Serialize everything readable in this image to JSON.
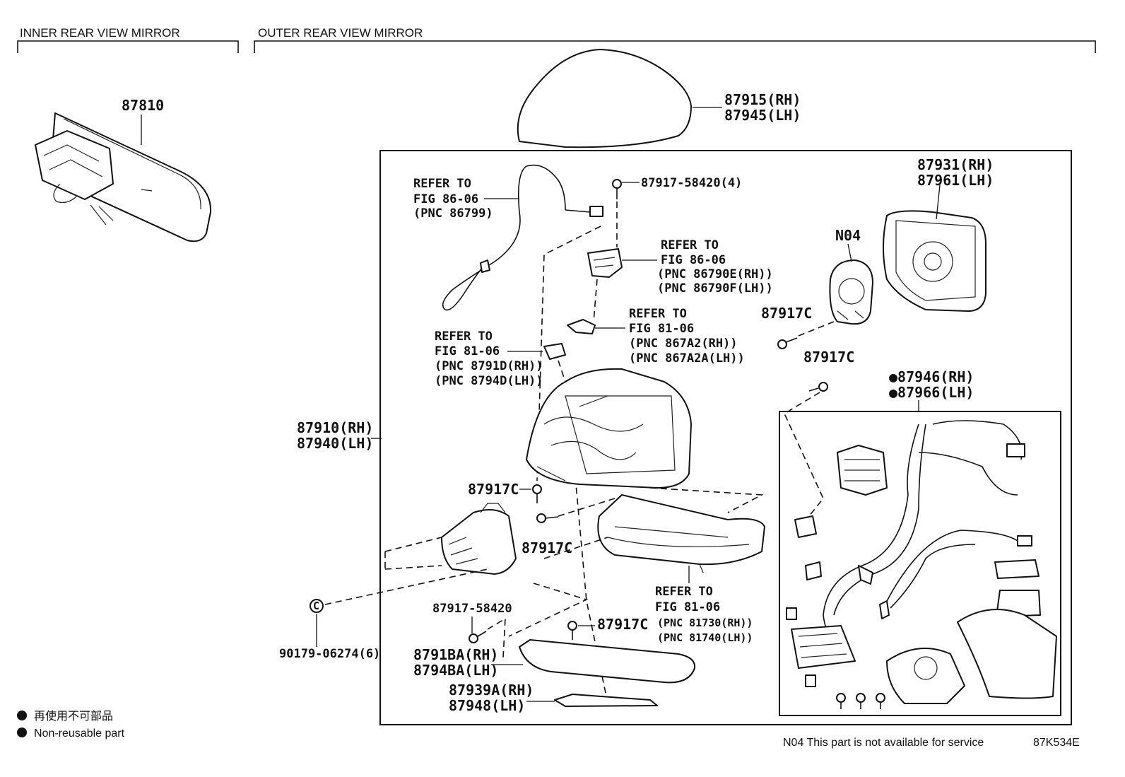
{
  "headers": {
    "inner": "INNER REAR VIEW MIRROR",
    "outer": "OUTER REAR VIEW MIRROR"
  },
  "parts": {
    "inner_mirror": "87810",
    "cover_rh": "87915(RH)",
    "cover_lh": "87945(LH)",
    "screw_top": "87917-58420(4)",
    "glass_rh": "87931(RH)",
    "glass_lh": "87961(LH)",
    "actuator": "N04",
    "screw_c1": "87917C",
    "screw_c2": "87917C",
    "harness_rh": "●87946(RH)",
    "harness_lh": "●87966(LH)",
    "body_rh": "87910(RH)",
    "body_lh": "87940(LH)",
    "screw_c3": "87917C",
    "screw_c4": "87917C",
    "screw_c5": "87917C",
    "clip": "90179-06274(6)",
    "screw_bottom": "87917-58420",
    "lower_cover_rh": "8791BA(RH)",
    "lower_cover_lh": "8794BA(LH)",
    "lamp_rh": "87939A(RH)",
    "lamp_lh": "87948(LH)"
  },
  "refs": {
    "ref1": [
      "REFER TO",
      "FIG 86-06",
      "(PNC 86799)"
    ],
    "ref2": [
      "REFER TO",
      "FIG 86-06",
      "(PNC 86790E(RH))",
      "(PNC 86790F(LH))"
    ],
    "ref3": [
      "REFER TO",
      "FIG 81-06",
      "(PNC 867A2(RH))",
      "(PNC 867A2A(LH))"
    ],
    "ref4": [
      "REFER TO",
      "FIG 81-06",
      "(PNC 8791D(RH))",
      "(PNC 8794D(LH))"
    ],
    "ref5": [
      "REFER TO",
      "FIG 81-06",
      "(PNC 81730(RH))",
      "(PNC 81740(LH))"
    ]
  },
  "clip_symbol": "C",
  "legend": {
    "jp": "再使用不可部品",
    "en": "Non-reusable part"
  },
  "footer": {
    "note": "N04 This part is not available for service",
    "code": "87K534E"
  }
}
